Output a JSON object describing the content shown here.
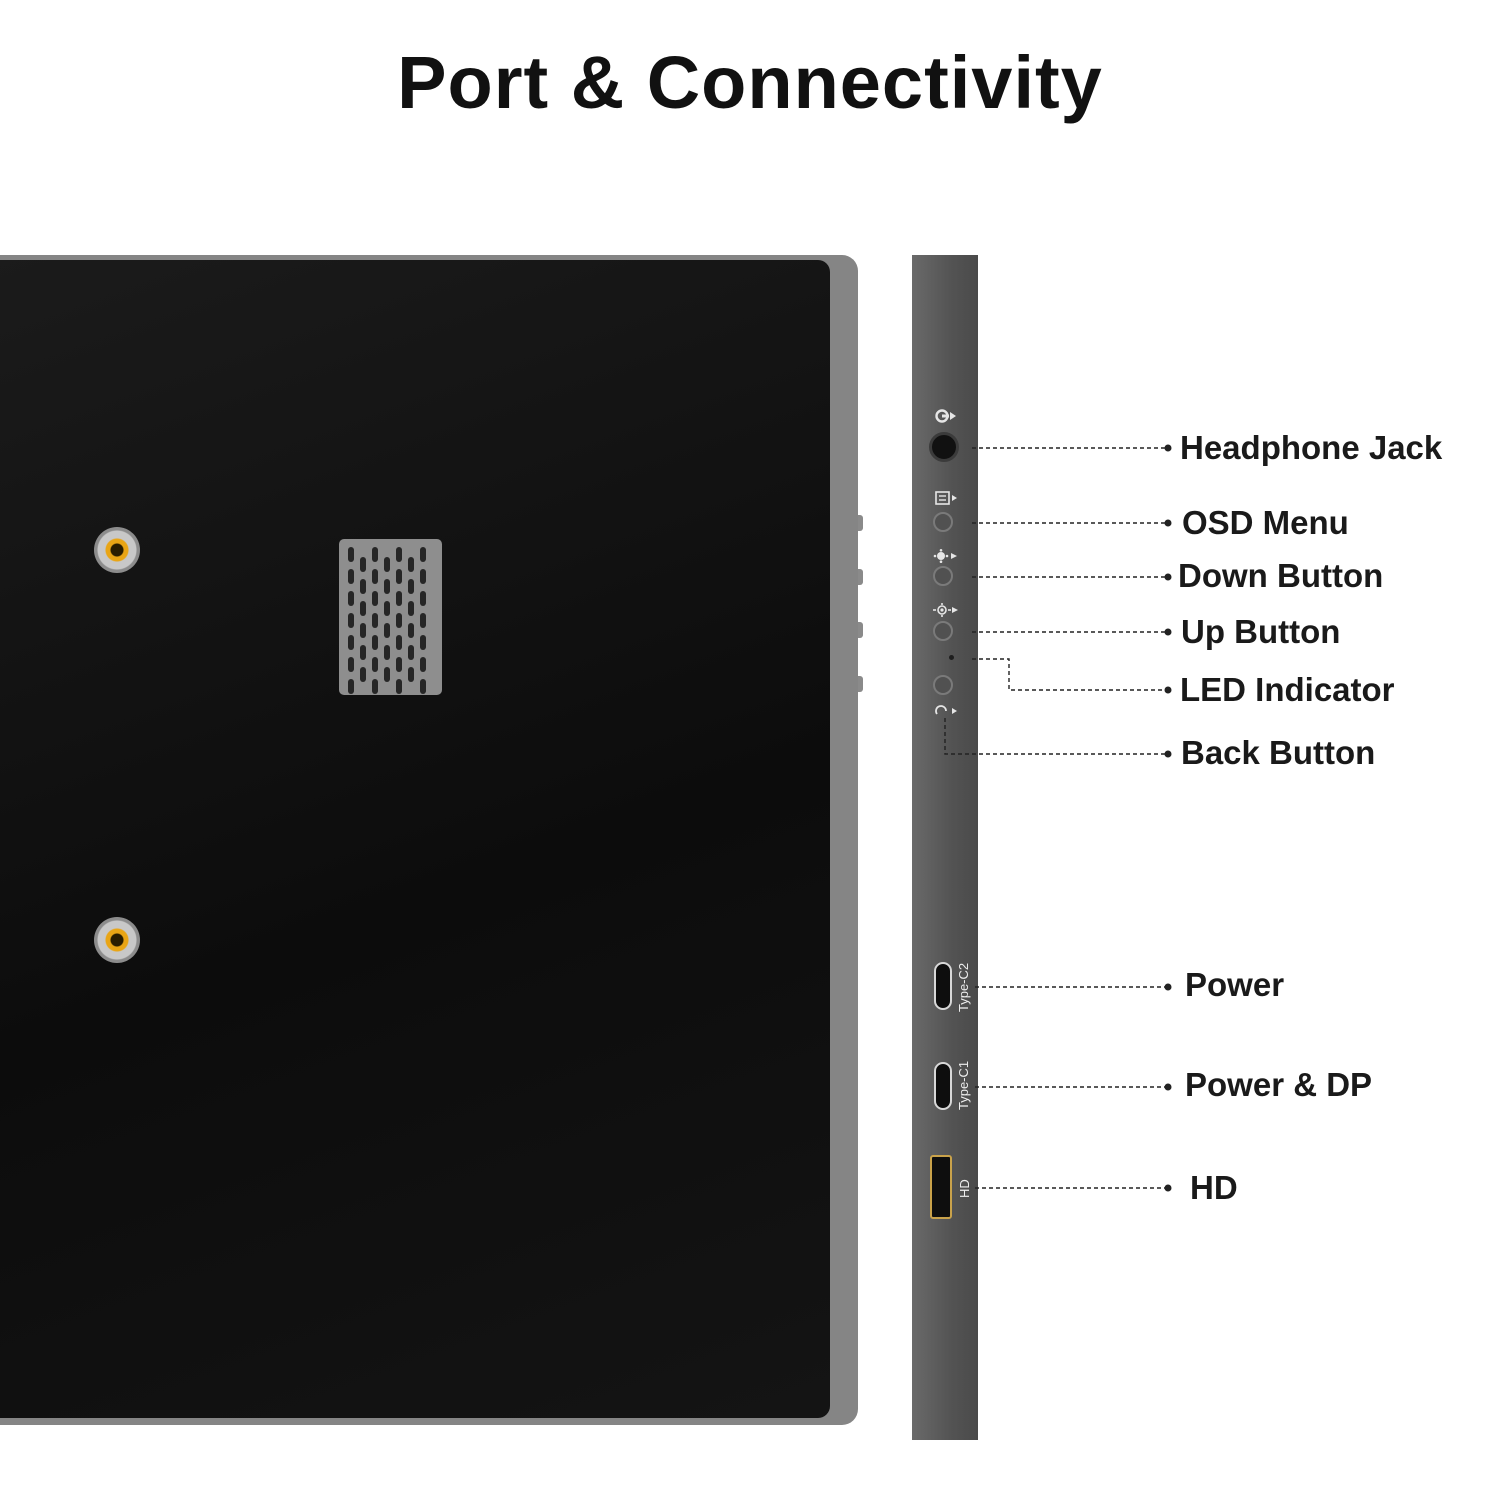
{
  "title": "Port & Connectivity",
  "callouts": {
    "headphone_jack": "Headphone Jack",
    "osd_menu": "OSD Menu",
    "down_button": "Down Button",
    "up_button": "Up Button",
    "led_indicator": "LED Indicator",
    "back_button": "Back Button",
    "power": "Power",
    "power_dp": "Power & DP",
    "hd": "HD"
  },
  "port_labels": {
    "type_c2": "Type-C2",
    "type_c1": "Type-C1",
    "hd": "HD"
  },
  "icons": {
    "headphone": "headphone-icon",
    "menu": "menu-icon",
    "brightness_down": "brightness-down-icon",
    "brightness_up": "brightness-up-icon",
    "back": "back-icon"
  },
  "colors": {
    "monitor_back": "#0c0c0c",
    "frame": "#858585",
    "edge": "#535353",
    "text": "#111111",
    "port_accent": "#e9a515"
  }
}
